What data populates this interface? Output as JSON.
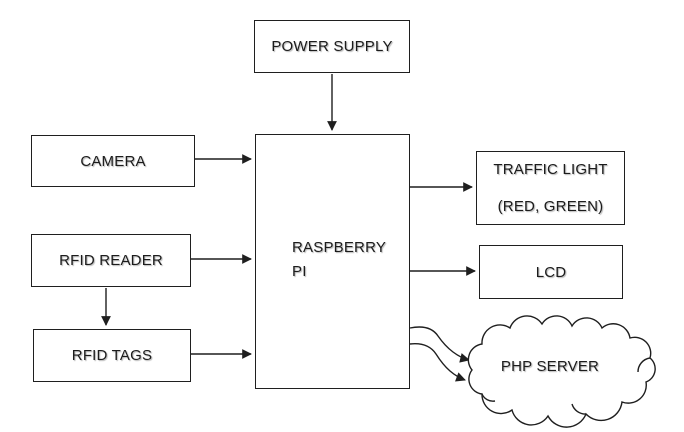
{
  "page": {
    "background": "#ffffff"
  },
  "diagram": {
    "stroke_color": "#1f1f1f",
    "text_color": "#1c1c1c",
    "box_fill": "#ffffff",
    "nodes": {
      "power_supply": {
        "label": "POWER SUPPLY"
      },
      "camera": {
        "label": "CAMERA"
      },
      "rfid_reader": {
        "label": "RFID READER"
      },
      "rfid_tags": {
        "label": "RFID TAGS"
      },
      "raspberry_pi": {
        "line1": "RASPBERRY",
        "line2": "PI"
      },
      "traffic_light": {
        "line1": "TRAFFIC LIGHT",
        "line2": "(RED, GREEN)"
      },
      "lcd": {
        "label": "LCD"
      },
      "php_server": {
        "label": "PHP SERVER",
        "shape": "cloud"
      }
    },
    "connections": [
      {
        "from": "POWER SUPPLY",
        "to": "RASPBERRY PI",
        "style": "straight-arrow"
      },
      {
        "from": "CAMERA",
        "to": "RASPBERRY PI",
        "style": "straight-arrow"
      },
      {
        "from": "RFID READER",
        "to": "RASPBERRY PI",
        "style": "straight-arrow"
      },
      {
        "from": "RFID READER",
        "to": "RFID TAGS",
        "style": "straight-arrow"
      },
      {
        "from": "RFID TAGS",
        "to": "RASPBERRY PI",
        "style": "straight-arrow"
      },
      {
        "from": "RASPBERRY PI",
        "to": "TRAFFIC LIGHT (RED, GREEN)",
        "style": "straight-arrow"
      },
      {
        "from": "RASPBERRY PI",
        "to": "LCD",
        "style": "straight-arrow"
      },
      {
        "from": "RASPBERRY PI",
        "to": "PHP SERVER",
        "style": "curved-arrow"
      },
      {
        "from": "RASPBERRY PI",
        "to": "PHP SERVER",
        "style": "curved-arrow"
      }
    ]
  }
}
